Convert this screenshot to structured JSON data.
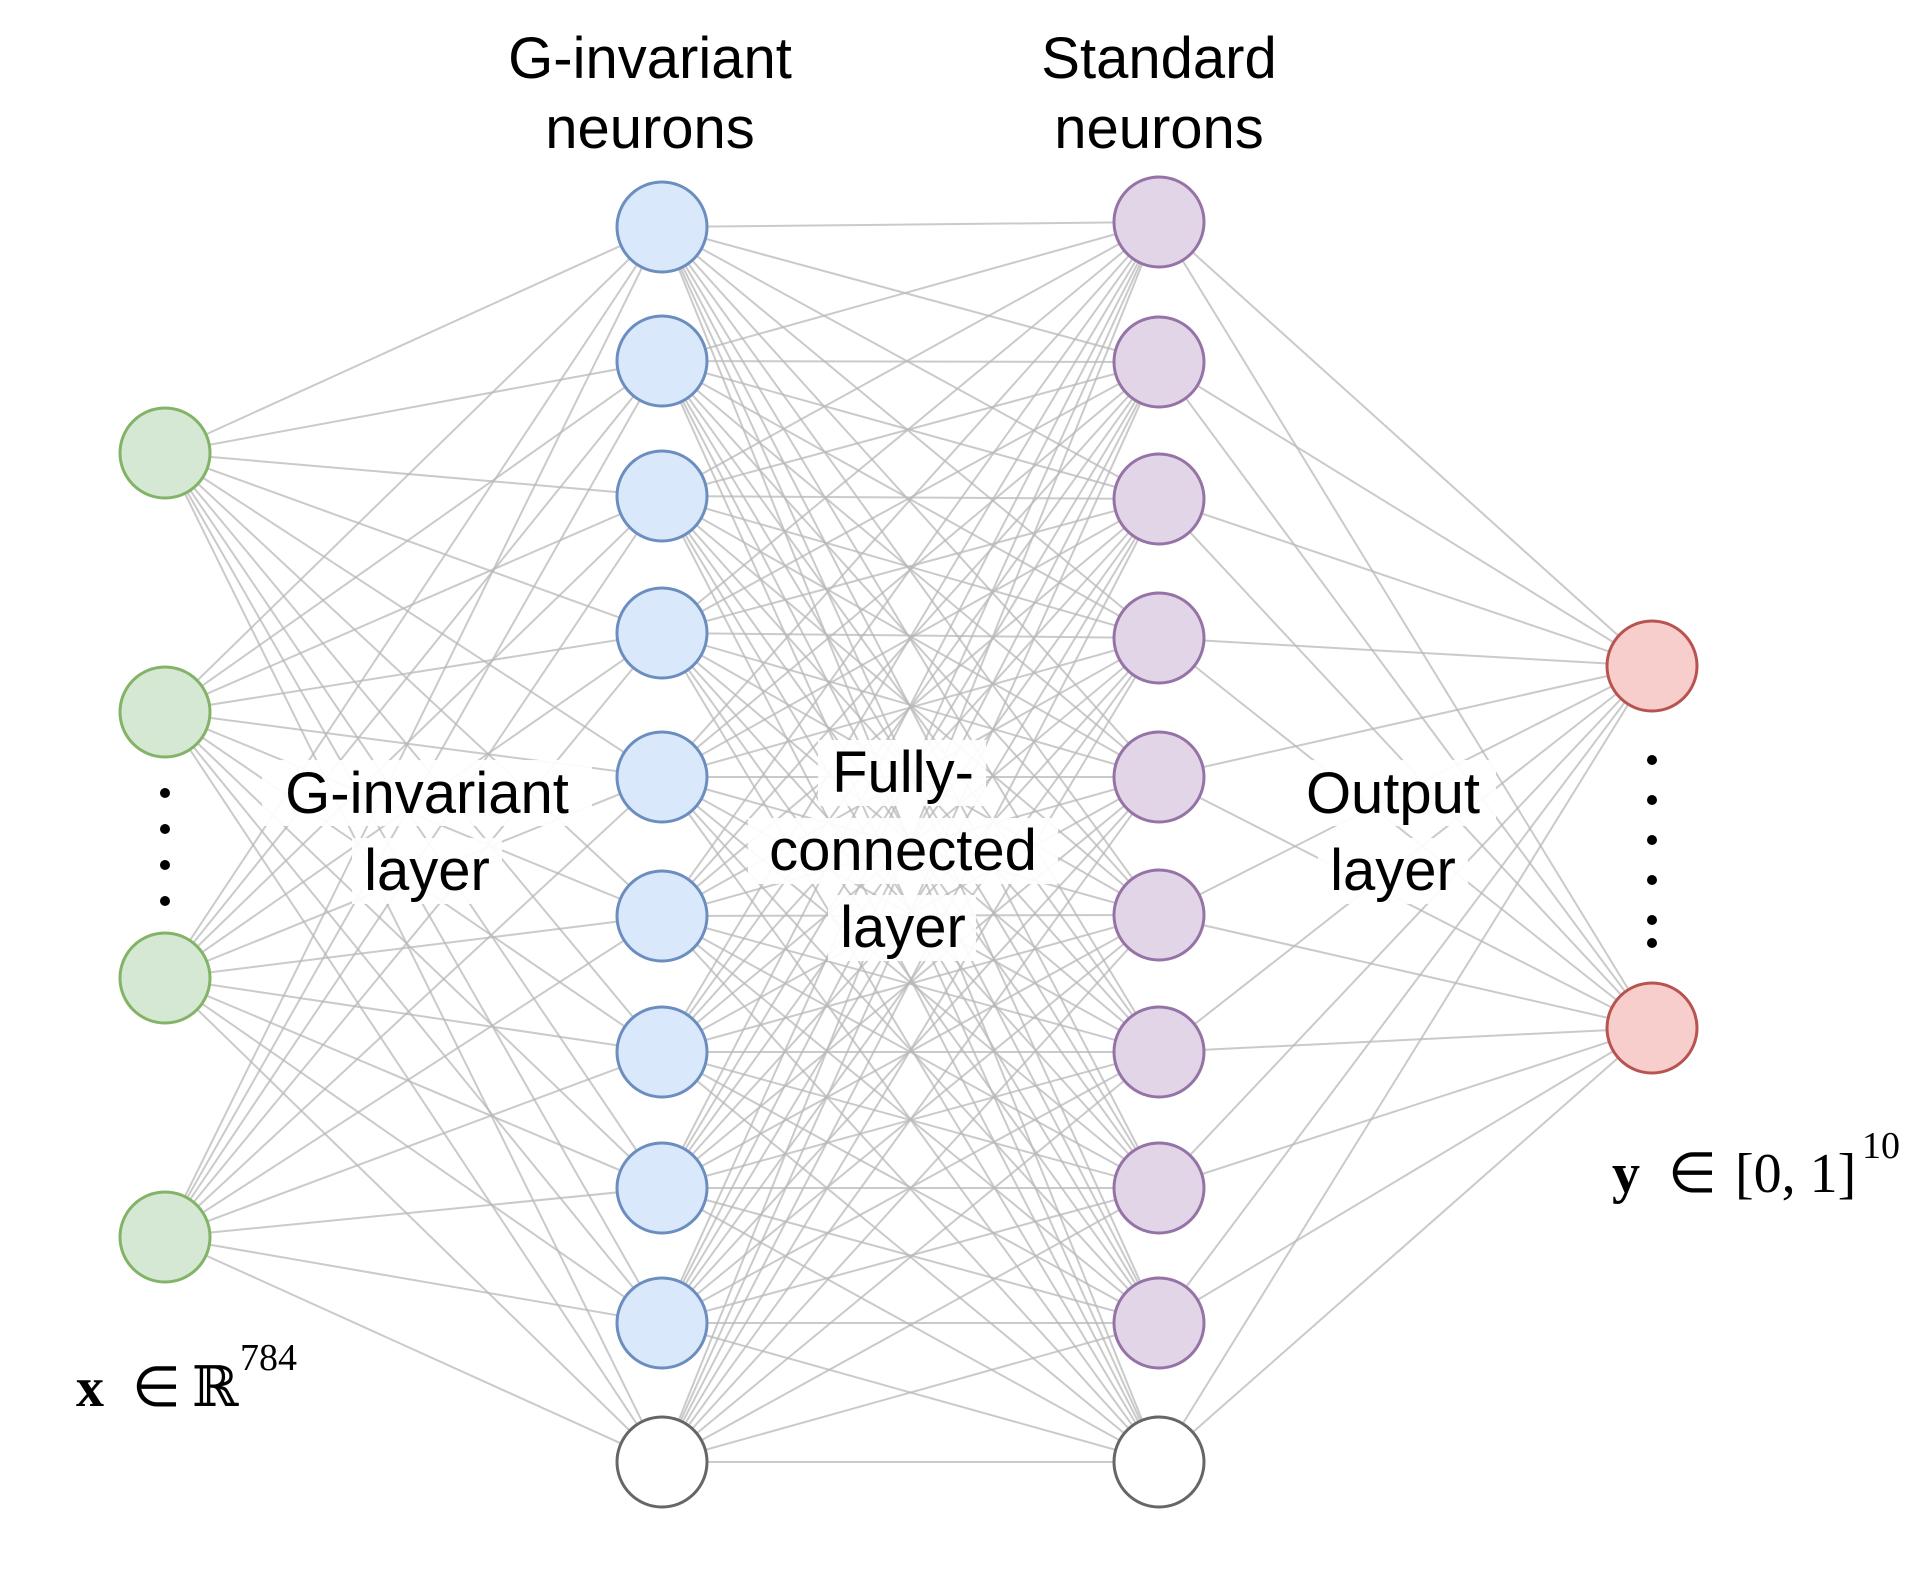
{
  "colors": {
    "input_fill": "#d5e8d4",
    "input_stroke": "#82b366",
    "ginv_fill": "#dae8fc",
    "ginv_stroke": "#6c8ebf",
    "std_fill": "#e1d5e7",
    "std_stroke": "#9673a6",
    "out_fill": "#f8cecc",
    "out_stroke": "#b85450",
    "bias_fill": "#ffffff",
    "bias_stroke": "#666666",
    "edge": "#b9b9b9"
  },
  "labels": {
    "ginv_neurons_line1": "G-invariant",
    "ginv_neurons_line2": "neurons",
    "std_neurons_line1": "Standard",
    "std_neurons_line2": "neurons",
    "ginv_layer_line1": "G-invariant",
    "ginv_layer_line2": "layer",
    "fc_layer_line1": "Fully-",
    "fc_layer_line2": "connected",
    "fc_layer_line3": "layer",
    "out_layer_line1": "Output",
    "out_layer_line2": "layer"
  },
  "math": {
    "input_var": "x",
    "input_in": "∈",
    "input_set": "ℝ",
    "input_dim": "784",
    "output_var": "y",
    "output_in": "∈",
    "output_set": "[0, 1]",
    "output_dim": "10"
  },
  "ellipsis": "⋮"
}
